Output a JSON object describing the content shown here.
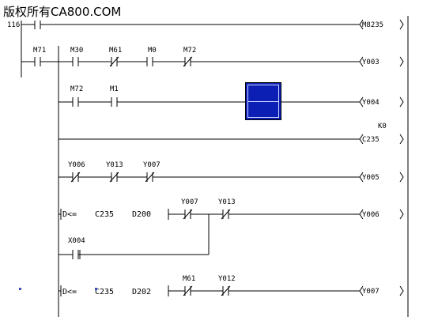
{
  "watermark": "版权所有CA800.COM",
  "rung_step": "116",
  "rungs": [
    {
      "contacts": [],
      "coil": "M8235",
      "constant": ""
    },
    {
      "contacts": [
        {
          "name": "M71",
          "type": "no"
        },
        {
          "name": "M30",
          "type": "no"
        },
        {
          "name": "M61",
          "type": "nc"
        },
        {
          "name": "M0",
          "type": "no"
        },
        {
          "name": "M72",
          "type": "nc"
        }
      ],
      "coil": "Y003",
      "constant": ""
    },
    {
      "contacts": [
        {
          "name": "M72",
          "type": "no"
        },
        {
          "name": "M1",
          "type": "no"
        }
      ],
      "coil": "Y004",
      "constant": ""
    },
    {
      "contacts": [],
      "coil": "C235",
      "constant": "K0"
    },
    {
      "contacts": [
        {
          "name": "Y006",
          "type": "nc"
        },
        {
          "name": "Y013",
          "type": "nc"
        },
        {
          "name": "Y007",
          "type": "nc"
        }
      ],
      "coil": "Y005",
      "constant": ""
    },
    {
      "compare": {
        "op": "D<=",
        "src1": "C235",
        "src2": "D200"
      },
      "contacts": [
        {
          "name": "Y007",
          "type": "nc"
        },
        {
          "name": "Y013",
          "type": "nc"
        }
      ],
      "branch": {
        "name": "X004",
        "type": "no_cursor"
      },
      "coil": "Y006",
      "constant": ""
    },
    {
      "compare": {
        "op": "D<=",
        "src1": "C235",
        "src2": "D202"
      },
      "contacts": [
        {
          "name": "M61",
          "type": "nc"
        },
        {
          "name": "Y012",
          "type": "nc"
        }
      ],
      "coil": "Y007",
      "constant": ""
    }
  ]
}
